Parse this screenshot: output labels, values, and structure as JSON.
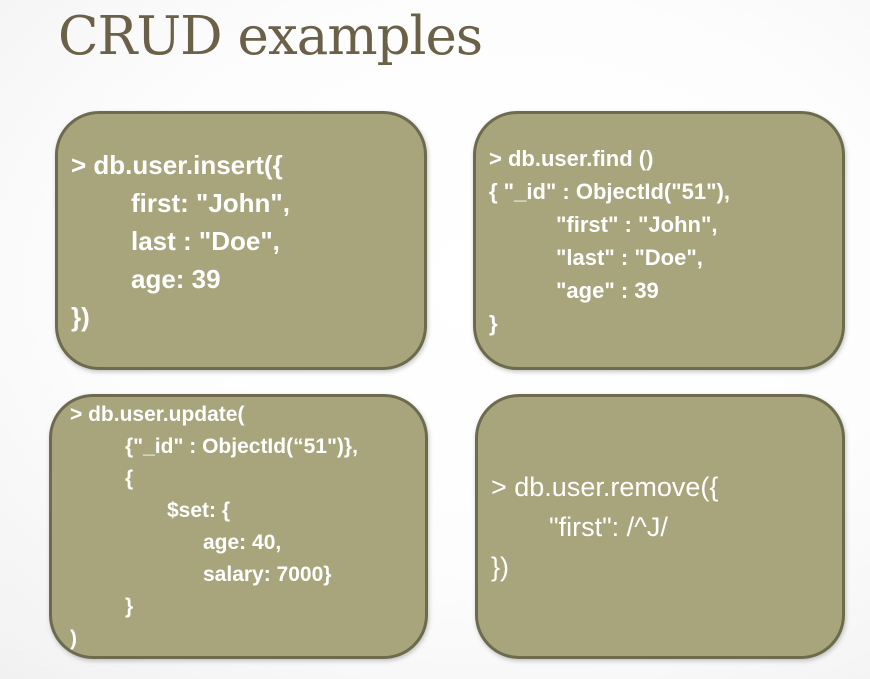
{
  "slide": {
    "title": "CRUD examples"
  },
  "colors": {
    "box_fill": "#a8a47b",
    "box_border": "#6d6b4e",
    "title_text": "#6b6148",
    "code_text": "#ffffff",
    "background_center": "#ffffff",
    "background_edge": "#e9e8e8"
  },
  "boxes": [
    {
      "id": "insert-example",
      "lines": [
        {
          "text": "> db.user.insert({",
          "indent": 0
        },
        {
          "text": "first: \"John\",",
          "indent": 1
        },
        {
          "text": "last : \"Doe\",",
          "indent": 1
        },
        {
          "text": "age: 39",
          "indent": 1
        },
        {
          "text": "})",
          "indent": 0
        }
      ]
    },
    {
      "id": "find-example",
      "lines": [
        {
          "text": "> db.user.find ()",
          "indent": 0
        },
        {
          "text": "{ \"_id\" : ObjectId(\"51\"),",
          "indent": 0
        },
        {
          "text": "\"first\" : \"John\",",
          "indent": 1
        },
        {
          "text": "\"last\" : \"Doe\",",
          "indent": 1
        },
        {
          "text": "\"age\" : 39",
          "indent": 1
        },
        {
          "text": "}",
          "indent": 0
        }
      ]
    },
    {
      "id": "update-example",
      "lines": [
        {
          "text": "> db.user.update(",
          "indent": 0
        },
        {
          "text": "{\"_id\" : ObjectId(“51\")},",
          "indent": 1
        },
        {
          "text": "{",
          "indent": 1
        },
        {
          "text": "$set: {",
          "indent": 2
        },
        {
          "text": "age: 40,",
          "indent": 3
        },
        {
          "text": "salary: 7000}",
          "indent": 3
        },
        {
          "text": "}",
          "indent": 1
        },
        {
          "text": ")",
          "indent": 0
        }
      ]
    },
    {
      "id": "remove-example",
      "lines": [
        {
          "text": "> db.user.remove({",
          "indent": 0
        },
        {
          "text": "\"first\": /^J/",
          "indent": 1
        },
        {
          "text": "})",
          "indent": 0
        }
      ]
    }
  ]
}
